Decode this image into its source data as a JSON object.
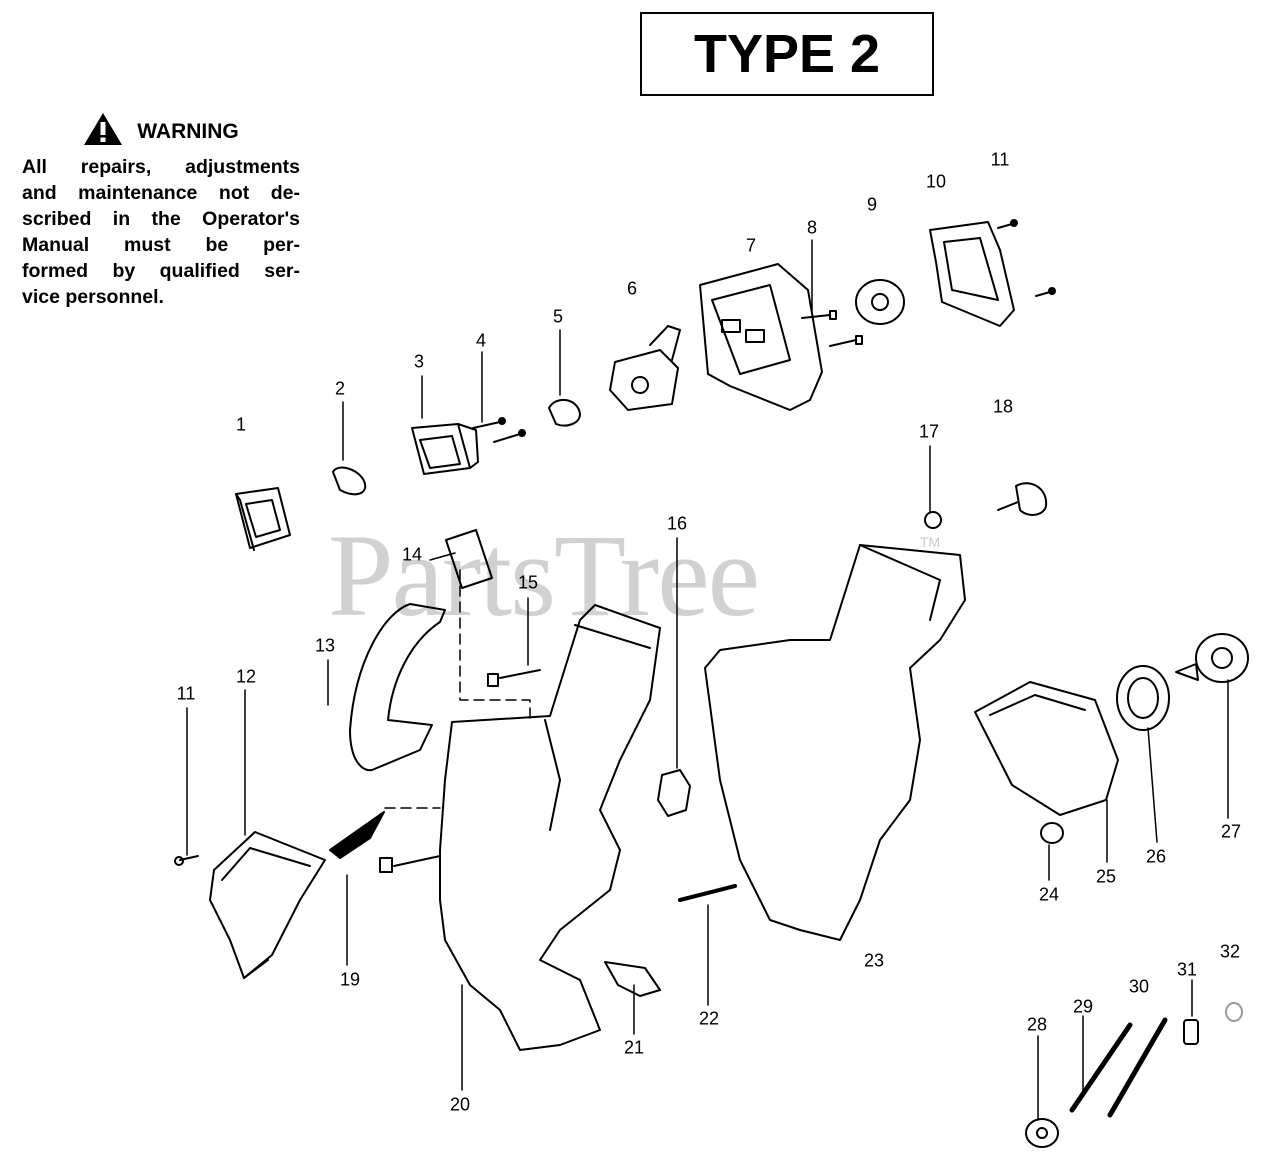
{
  "header": {
    "type_label": "TYPE 2"
  },
  "warning": {
    "title": "WARNING",
    "lines": [
      "All repairs, adjustments",
      "and maintenance not de-",
      "scribed in the Operator's",
      "Manual must be per-",
      "formed by qualified ser-",
      "vice personnel."
    ]
  },
  "watermark": {
    "text": "PartsTree",
    "tm": "TM"
  },
  "callouts": [
    "1",
    "2",
    "3",
    "4",
    "5",
    "6",
    "7",
    "8",
    "9",
    "10",
    "11",
    "18",
    "17",
    "16",
    "14",
    "15",
    "13",
    "11",
    "12",
    "19",
    "20",
    "21",
    "22",
    "23",
    "24",
    "25",
    "26",
    "27",
    "28",
    "29",
    "30",
    "31",
    "32"
  ]
}
